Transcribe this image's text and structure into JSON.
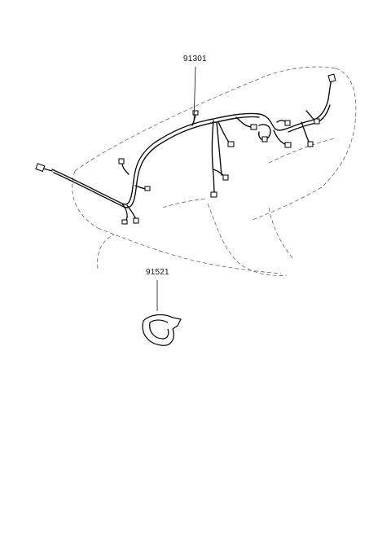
{
  "diagram": {
    "callouts": [
      {
        "id": "harness",
        "part_number": "91301"
      },
      {
        "id": "clip",
        "part_number": "91521"
      }
    ],
    "colors": {
      "line": "#111111",
      "dash": "#666666",
      "background": "#ffffff"
    }
  }
}
